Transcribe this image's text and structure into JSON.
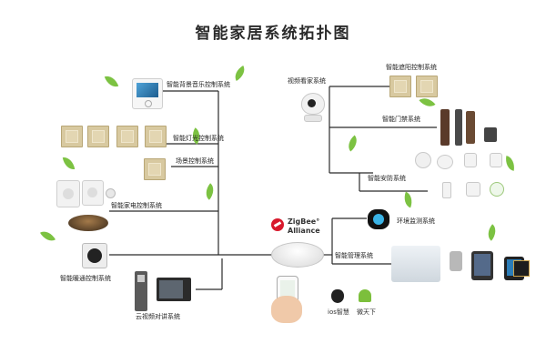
{
  "title": "智能家居系统拓扑图",
  "zigbee": {
    "line1": "ZigBee°",
    "line2": "Alliance"
  },
  "left_labels": [
    "智能背景音乐控制系统",
    "智能灯光控制系统",
    "场景控制系统",
    "智能家电控制系统",
    "智能暖通控制系统",
    "云视频对讲系统"
  ],
  "right_labels": [
    "视频看家系统",
    "智能遮阳控制系统",
    "智能门禁系统",
    "智能安防系统",
    "环境监测系统",
    "智能管理系统"
  ],
  "apps": {
    "ios": "ios智慧",
    "android": "微天下"
  },
  "colors": {
    "line": "#2b2b2b",
    "leaf": "#7cc242",
    "panel": "#d8c9a0"
  }
}
